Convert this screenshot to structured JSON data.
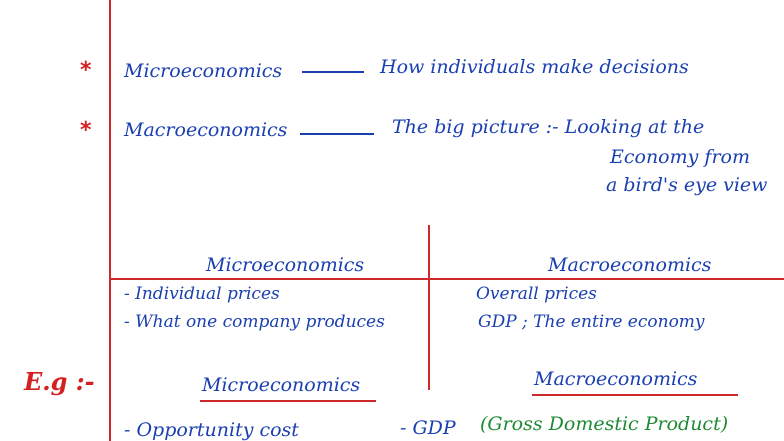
{
  "colors": {
    "ink_blue": "#1a3fb0",
    "ink_red": "#d42020",
    "ink_green": "#1f8a34",
    "page": "#ffffff"
  },
  "definitions": [
    {
      "bullet": "*",
      "term": "Microeconomics",
      "meaning": "How individuals make decisions"
    },
    {
      "bullet": "*",
      "term": "Macroeconomics",
      "meaning_lines": [
        "The big picture :- Looking at the",
        "Economy from",
        "a bird's eye view"
      ]
    }
  ],
  "table": {
    "headers": [
      "Microeconomics",
      "Macroeconomics"
    ],
    "rows": [
      [
        "- Individual prices",
        "Overall prices"
      ],
      [
        "- What one company produces",
        "GDP ; The entire economy"
      ]
    ]
  },
  "example": {
    "label": "E.g :-",
    "headers": [
      "Microeconomics",
      "Macroeconomics"
    ],
    "items_left": [
      "- Opportunity cost"
    ],
    "items_right_prefix": "- GDP",
    "items_right_note": "(Gross Domestic Product)"
  }
}
